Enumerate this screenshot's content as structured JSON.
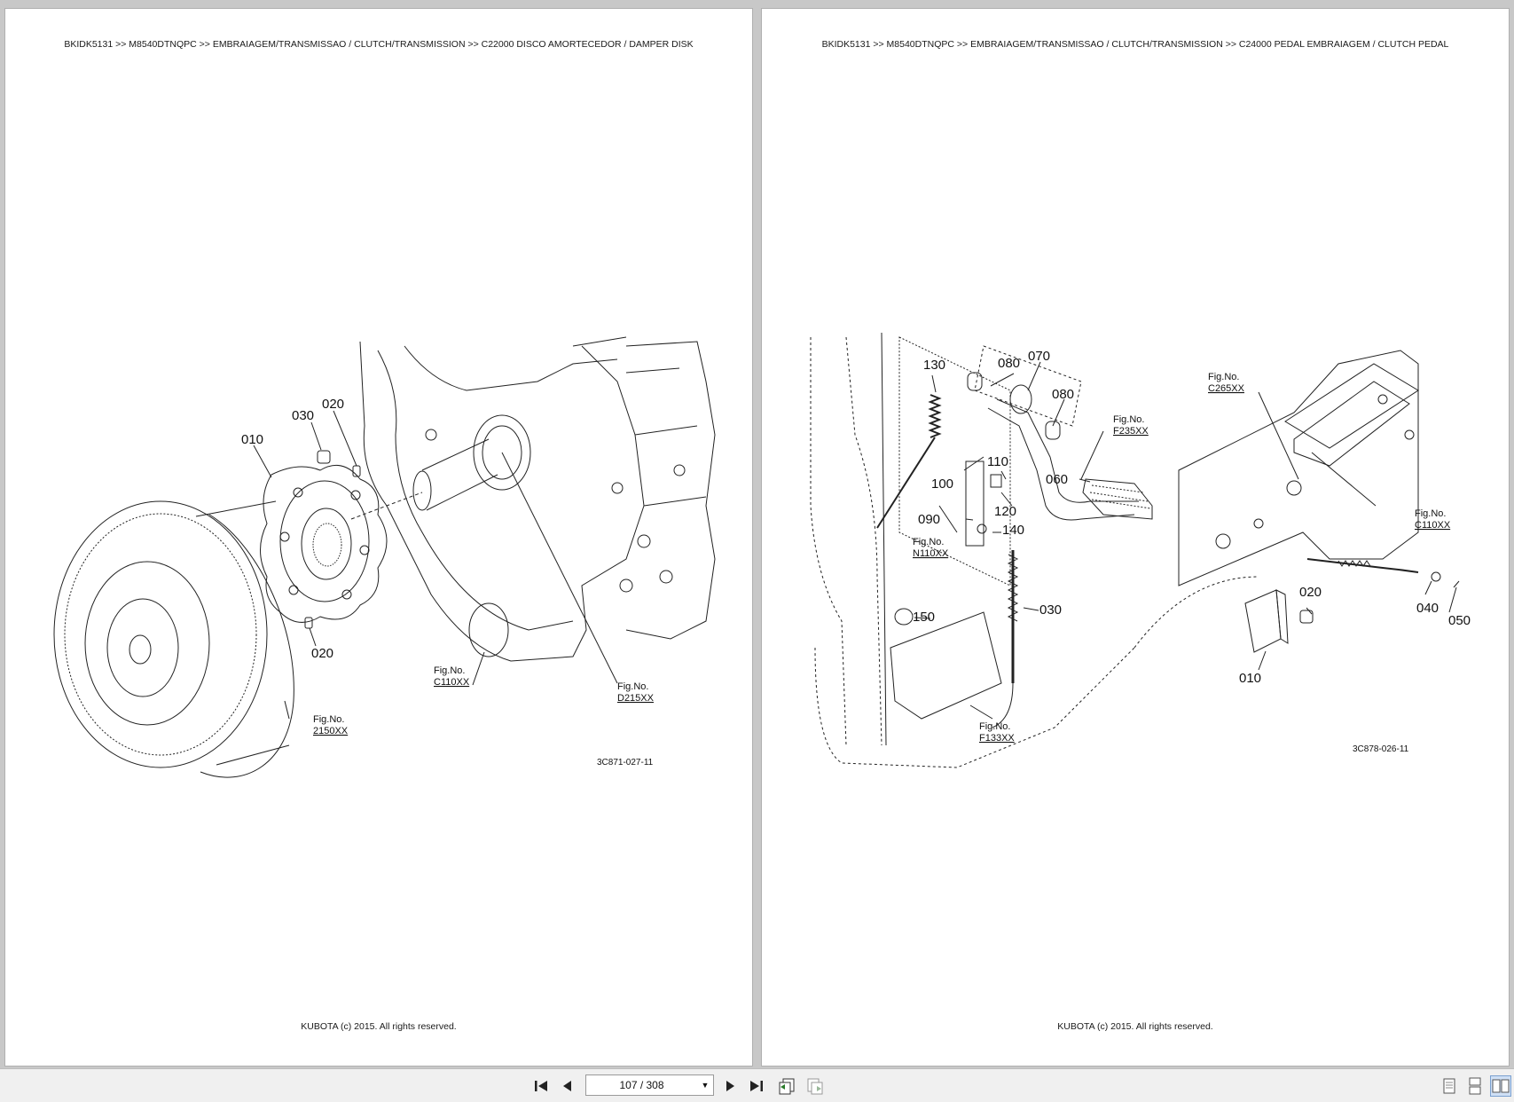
{
  "pages": [
    {
      "header": "BKIDK5131 >> M8540DTNQPC >> EMBRAIAGEM/TRANSMISSAO / CLUTCH/TRANSMISSION >> C22000   DISCO AMORTECEDOR / DAMPER DISK",
      "footer": "KUBOTA (c) 2015. All rights reserved.",
      "drawing_code": "3C871-027-11",
      "callouts": [
        "010",
        "030",
        "020",
        "020"
      ],
      "fig_refs": [
        {
          "label": "Fig.No.",
          "code": "C110XX"
        },
        {
          "label": "Fig.No.",
          "code": "D215XX"
        },
        {
          "label": "Fig.No.",
          "code": "2150XX"
        }
      ]
    },
    {
      "header": "BKIDK5131 >> M8540DTNQPC >> EMBRAIAGEM/TRANSMISSAO / CLUTCH/TRANSMISSION >> C24000   PEDAL EMBRAIAGEM / CLUTCH PEDAL",
      "footer": "KUBOTA (c) 2015. All rights reserved.",
      "drawing_code": "3C878-026-11",
      "callouts": [
        "130",
        "080",
        "070",
        "080",
        "110",
        "100",
        "060",
        "120",
        "090",
        "140",
        "030",
        "150",
        "020",
        "040",
        "050",
        "010"
      ],
      "fig_refs": [
        {
          "label": "Fig.No.",
          "code": "C265XX"
        },
        {
          "label": "Fig.No.",
          "code": "F235XX"
        },
        {
          "label": "Fig.No.",
          "code": "C110XX"
        },
        {
          "label": "Fig.No.",
          "code": "N110XX"
        },
        {
          "label": "Fig.No.",
          "code": "F133XX"
        }
      ]
    }
  ],
  "toolbar": {
    "page_indicator": "107 / 308"
  }
}
